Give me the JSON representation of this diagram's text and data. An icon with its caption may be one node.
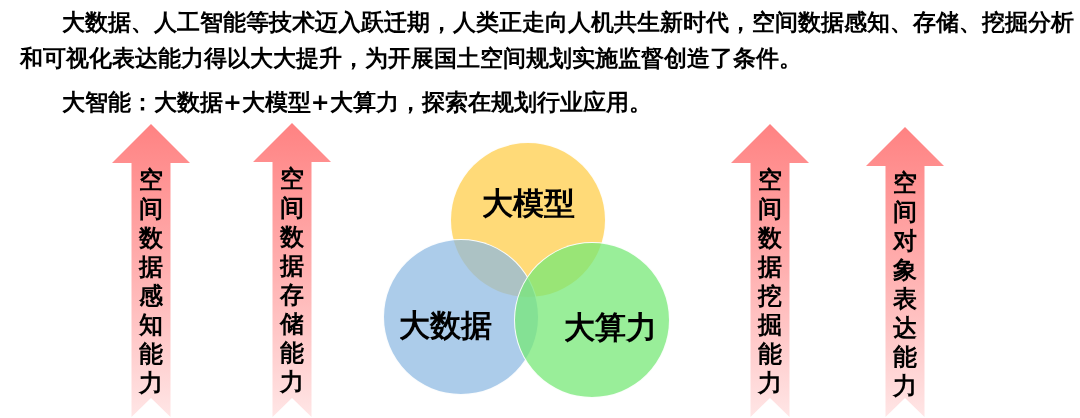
{
  "diagram": {
    "nodes": [
      {
        "text": [
          "空间数据感知能力"
        ]
      },
      {
        "text": [
          "空间数据存储能力"
        ]
      },
      {
        "text": [
          "大模型"
        ]
      },
      {
        "text": [
          "大数据"
        ]
      },
      {
        "text": [
          "大算力"
        ]
      },
      {
        "text": [
          "空间数据挖掘能力"
        ]
      },
      {
        "text": [
          "空间对象表达能力"
        ]
      }
    ],
    "labels": [
      "大数据、人工智能等技术迈入跃迁期，人类正走向人机共生新时代，空间数据感知、存储、挖掘分析和可视化表达能力得以大大提升，为开展国土空间规划实施监督创造了条件。",
      "大智能：大数据+大模型+大算力，探索在规划行业应用。"
    ]
  }
}
